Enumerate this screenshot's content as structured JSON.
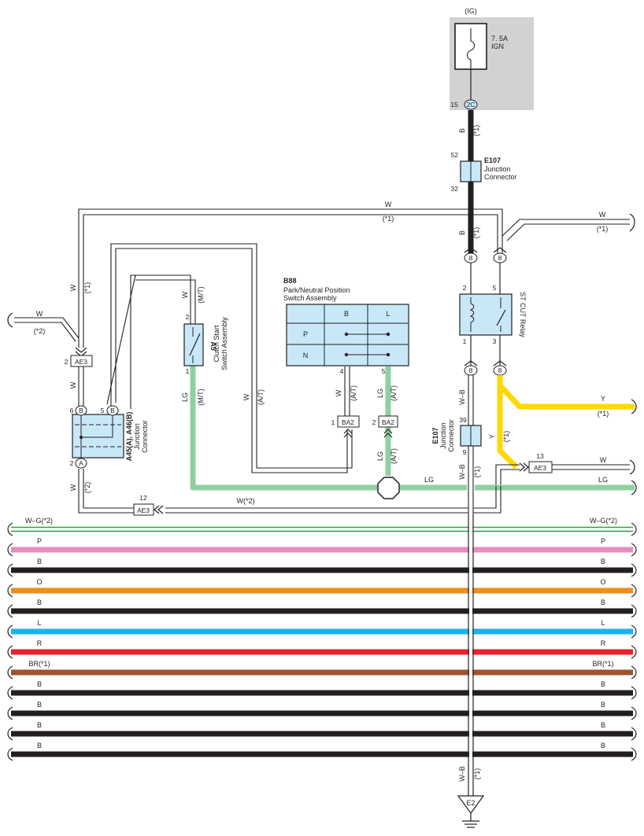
{
  "fuse": {
    "source": "(IG)",
    "rating": "7. 5A",
    "name": "IGN",
    "pin": "15",
    "conn": "2C"
  },
  "wire_top": {
    "color": "B",
    "note": "(*1)"
  },
  "junction_top": {
    "id": "E107",
    "name_line1": "Junction",
    "name_line2": "Connector",
    "pin_in": "52",
    "pin_out": "32"
  },
  "upper_loop": {
    "color": "W",
    "note": "(*1)"
  },
  "right_top_branch": {
    "color": "W",
    "note": "(*1)"
  },
  "wire_mid": {
    "color": "B",
    "note": "(*1)"
  },
  "relay": {
    "name": "ST CUT Relay",
    "pin_tl": "2",
    "pin_tr": "5",
    "pin_bl": "1",
    "pin_br": "3",
    "conn": "8"
  },
  "neutral_switch": {
    "id": "B88",
    "name_line1": "Park/Neutral Position",
    "name_line2": "Switch Assembly",
    "col_b": "B",
    "col_l": "L",
    "row_p": "P",
    "row_n": "N",
    "pin_w": "4",
    "pin_lg": "5"
  },
  "ba2": {
    "conn": "BA2",
    "pin_left": "1",
    "pin_right": "2",
    "w_color": "W",
    "w_note": "(A/T)",
    "lg_color": "LG",
    "lg_note": "(A/T)"
  },
  "clutch": {
    "id": "A5",
    "name_line1": "Clutch Start",
    "name_line2": "Switch Assembly",
    "pin_top": "2",
    "pin_bottom": "1",
    "w_color": "W",
    "w_note": "(M/T)",
    "lg_color": "LG",
    "lg_note": "(M/T)"
  },
  "wire_at_w": {
    "color": "W",
    "note": "(A/T)"
  },
  "left_wire": {
    "color": "W",
    "note": "(*2)"
  },
  "ae3_top": {
    "conn": "AE3",
    "pin": "2"
  },
  "wire_left_w": {
    "color": "W",
    "note": "(*1)"
  },
  "wire_left_w2": {
    "color": "W"
  },
  "junction_left": {
    "id": "A45(A), A46(B)",
    "name_line1": "Junction",
    "name_line2": "Connector",
    "pin6": "6",
    "pin5": "5",
    "conn_b": "B",
    "pin2": "2",
    "conn_a": "A"
  },
  "wire_left_bottom": {
    "color": "W",
    "note": "(*2)"
  },
  "ae3_bottom": {
    "conn": "AE3",
    "pin": "12",
    "label": "W(*2)"
  },
  "lg_main": {
    "color": "LG"
  },
  "lg_right": {
    "color": "LG"
  },
  "w_right": {
    "color": "W"
  },
  "ae3_right": {
    "conn": "AE3",
    "pin": "13"
  },
  "yellow_wire": {
    "color": "Y",
    "note": "(*1)"
  },
  "yellow_branch": {
    "color": "Y",
    "note": "(*1)"
  },
  "junction_mid": {
    "id": "E107",
    "name_line1": "Junction",
    "name_line2": "Connector",
    "pin_in": "39",
    "pin_out": "9"
  },
  "wire_wb_top": {
    "color": "W–B"
  },
  "wire_wb_mid": {
    "color": "W–B",
    "note": "(*1)"
  },
  "wire_wb_bottom": {
    "color": "W–B",
    "note": "(*1)"
  },
  "ground": {
    "name": "E2"
  },
  "buses": [
    {
      "label": "W–G(*2)",
      "color": "#2e9e4a",
      "kind": "double"
    },
    {
      "label": "P",
      "color": "#e68cbe",
      "kind": "thick"
    },
    {
      "label": "B",
      "color": "#231f20",
      "kind": "thick"
    },
    {
      "label": "O",
      "color": "#ec8d1e",
      "kind": "thick"
    },
    {
      "label": "B",
      "color": "#231f20",
      "kind": "thick"
    },
    {
      "label": "L",
      "color": "#1fb1ea",
      "kind": "thick"
    },
    {
      "label": "R",
      "color": "#e7232e",
      "kind": "thick"
    },
    {
      "label": "BR(*1)",
      "color": "#a0522d",
      "kind": "thick"
    },
    {
      "label": "B",
      "color": "#231f20",
      "kind": "thick"
    },
    {
      "label": "B",
      "color": "#231f20",
      "kind": "thick"
    },
    {
      "label": "B",
      "color": "#231f20",
      "kind": "thick"
    },
    {
      "label": "B",
      "color": "#231f20",
      "kind": "thick"
    }
  ],
  "colors": {
    "black": "#231f20",
    "lg": "#8fd0a0",
    "yellow": "#ffd800",
    "connector": "#c8e8f8",
    "fuse_box": "#d2d2d2"
  }
}
